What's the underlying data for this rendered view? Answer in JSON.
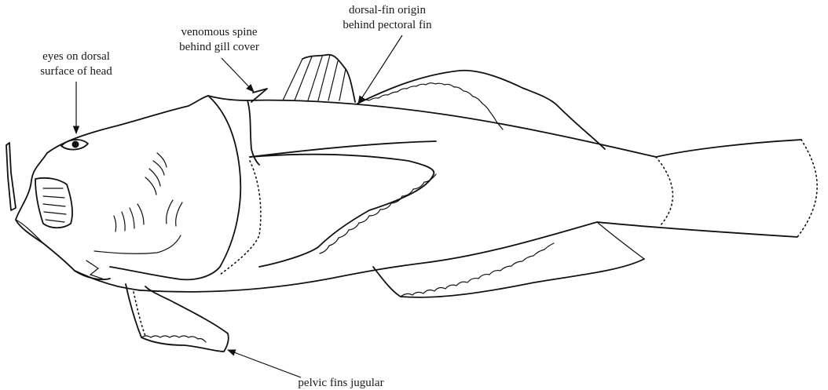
{
  "labels": {
    "eyes_line1": "eyes on dorsal",
    "eyes_line2": "surface of head",
    "spine_line1": "venomous spine",
    "spine_line2": "behind gill cover",
    "dorsal_line1": "dorsal-fin origin",
    "dorsal_line2": "behind pectoral fin",
    "pelvic_line1": "pelvic fins jugular"
  }
}
